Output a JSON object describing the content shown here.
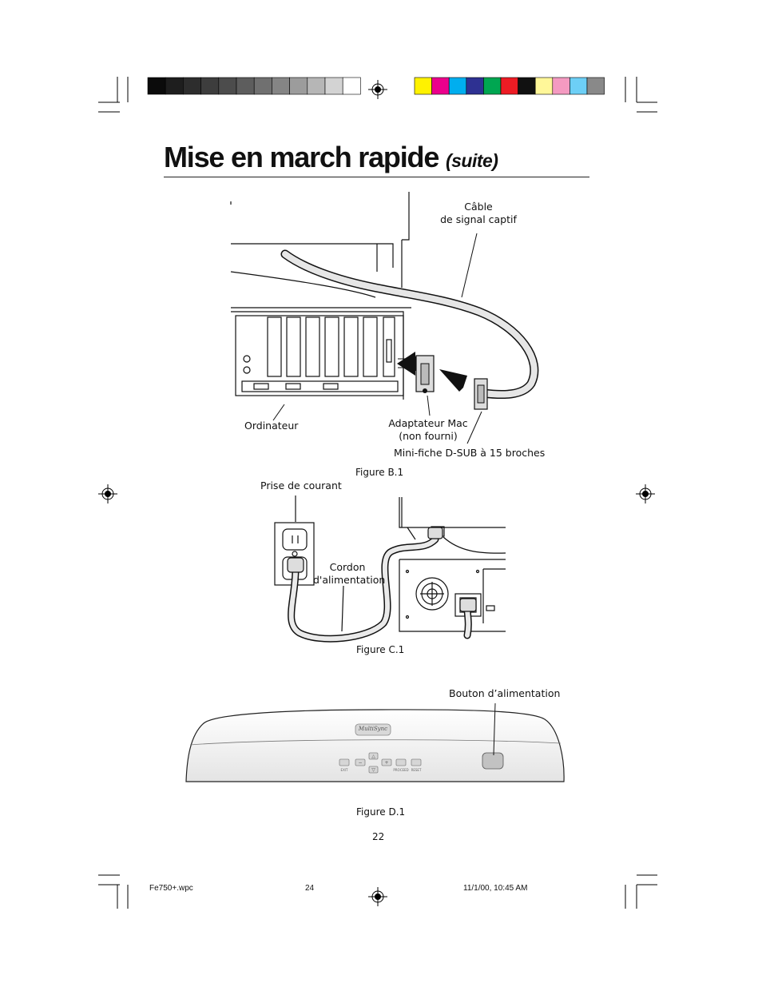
{
  "page": {
    "title": "Mise en march rapide",
    "title_suffix": "(suite)",
    "page_number": "22"
  },
  "figure_b": {
    "caption": "Figure B.1",
    "label_cable_line1": "Câble",
    "label_cable_line2": "de signal captif",
    "label_computer": "Ordinateur",
    "label_adapter_line1": "Adaptateur Mac",
    "label_adapter_line2": "(non fourni)",
    "label_dsub": "Mini-fiche D-SUB à 15 broches"
  },
  "figure_c": {
    "caption": "Figure C.1",
    "label_outlet": "Prise de courant",
    "label_cord_line1": "Cordon",
    "label_cord_line2": "d'alimentation"
  },
  "figure_d": {
    "caption": "Figure D.1",
    "label_power_button": "Bouton d’alimentation",
    "brand": "MultiSync",
    "btn_exit": "EXIT",
    "btn_proceed": "PROCEED",
    "btn_reset": "RESET"
  },
  "footer": {
    "file": "Fe750+.wpc",
    "sheet": "24",
    "timestamp": "11/1/00, 10:45 AM"
  },
  "colors": {
    "gray_bar": [
      "#0b0b0b",
      "#1e1e1e",
      "#2d2d2d",
      "#3d3d3d",
      "#4c4c4c",
      "#5d5d5d",
      "#707070",
      "#858585",
      "#9c9c9c",
      "#b6b6b6",
      "#d3d3d3",
      "#ffffff"
    ],
    "color_bar": [
      "#fff200",
      "#ec008c",
      "#00aeef",
      "#2e3192",
      "#00a651",
      "#ed1c24",
      "#111111",
      "#fff799",
      "#f49ac1",
      "#6dcff6",
      "#898989"
    ]
  }
}
